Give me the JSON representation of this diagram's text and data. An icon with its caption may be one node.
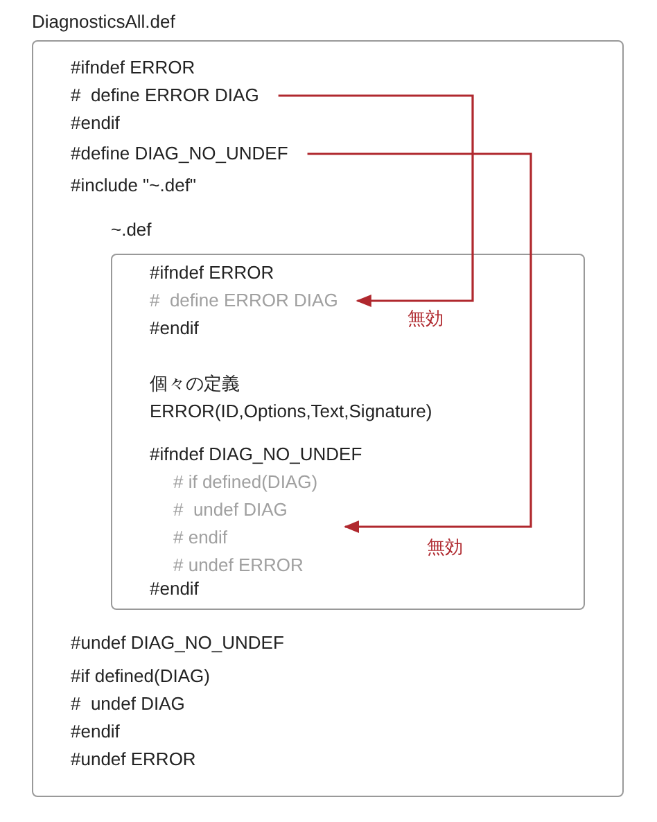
{
  "diagram": {
    "nodes": [
      {
        "text": [
          "DiagnosticsAll.def"
        ]
      },
      {
        "text": [
          "#  define ERROR DIAG"
        ],
        "in": 0
      },
      {
        "text": [
          "#define DIAG_NO_UNDEF"
        ],
        "in": 0
      },
      {
        "text": [
          "~.def"
        ],
        "in": 0
      },
      {
        "text": [
          "#  define ERROR DIAG"
        ],
        "in": 3
      },
      {
        "text": [
          "# if defined(DIAG)",
          "#  undef DIAG",
          "# endif",
          "# undef ERROR"
        ],
        "in": 3
      }
    ],
    "edges": [
      {
        "from": 1,
        "to": 4,
        "arrow": "to",
        "label": "無効"
      },
      {
        "from": 2,
        "to": 5,
        "arrow": "to",
        "label": "無効"
      }
    ],
    "labels": [
      "#ifndef ERROR",
      "#endif",
      "#include \"~.def\"",
      "#ifndef ERROR",
      "#endif",
      "個々の定義",
      "ERROR(ID,Options,Text,Signature)",
      "#ifndef DIAG_NO_UNDEF",
      "#endif",
      "#undef DIAG_NO_UNDEF",
      "#if defined(DIAG)",
      "#  undef DIAG",
      "#endif",
      "#undef ERROR"
    ]
  }
}
